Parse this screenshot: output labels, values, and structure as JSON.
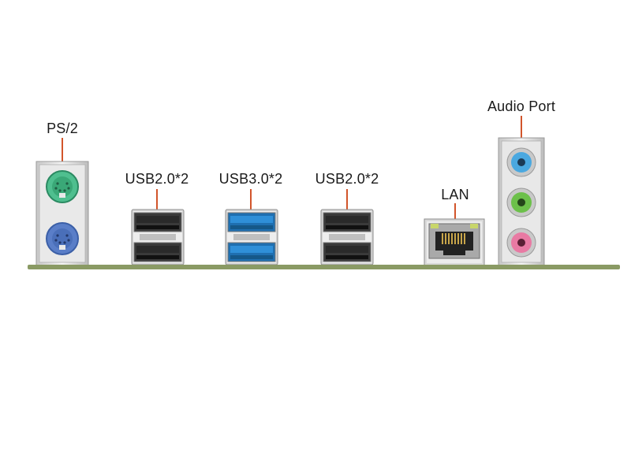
{
  "labels": {
    "ps2": "PS/2",
    "usb_left": "USB2.0*2",
    "usb3": "USB3.0*2",
    "usb_right": "USB2.0*2",
    "lan": "LAN",
    "audio": "Audio Port"
  },
  "colors": {
    "leader": "#d2552b",
    "pcb": "#8a9a64",
    "ps2_keyboard": "#4fbf8f",
    "ps2_mouse": "#5a7ec8",
    "usb3_blue": "#2f8fd8",
    "usb2_black": "#2a2a2a",
    "audio_blue": "#4aa8e0",
    "audio_green": "#6cc04a",
    "audio_pink": "#e87aa3"
  },
  "icons": [
    "ps2-keyboard-port-icon",
    "ps2-mouse-port-icon",
    "usb2-port-icon",
    "usb3-port-icon",
    "rj45-lan-port-icon",
    "audio-jack-icon"
  ]
}
